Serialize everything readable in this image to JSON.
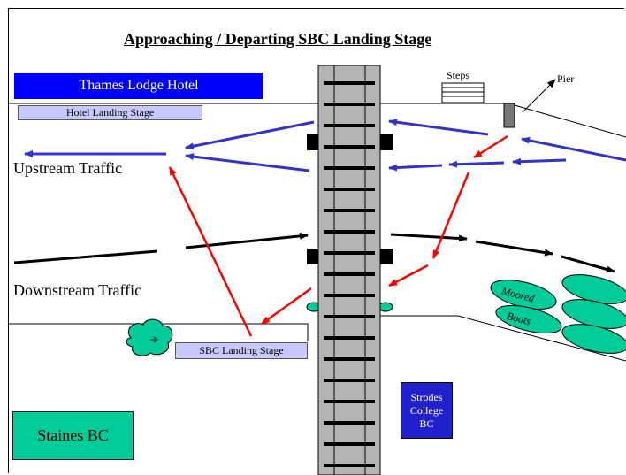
{
  "title": "Approaching / Departing SBC Landing Stage",
  "places": {
    "hotel": "Thames Lodge Hotel",
    "hotel_landing_stage": "Hotel Landing Stage",
    "steps": "Steps",
    "pier": "Pier",
    "sbc_landing_stage": "SBC Landing Stage",
    "staines_bc": "Staines BC",
    "strodes_college_bc": [
      "Strodes",
      "College",
      "BC"
    ]
  },
  "traffic": {
    "upstream": "Upstream Traffic",
    "downstream": "Downstream Traffic"
  },
  "moored_boats": {
    "word1": "Moored",
    "word2": "Boats"
  },
  "colors": {
    "upstream_arrow": "#3333cc",
    "downstream_arrow": "#000000",
    "approach_arrow": "#ff0000",
    "hotel": "#0000ff",
    "landing_stage": "#c8c8ff",
    "boat": "#00cc99",
    "bridge": "#b4b4b4",
    "strodes": "#2020cc"
  }
}
